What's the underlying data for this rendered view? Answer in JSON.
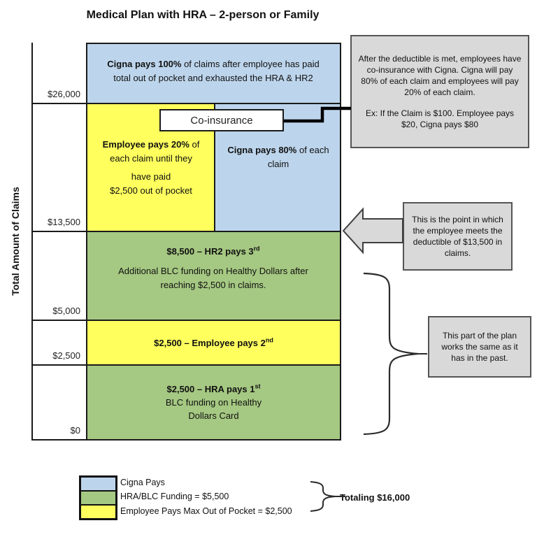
{
  "title": "Medical Plan with HRA – 2-person or Family",
  "y_axis": {
    "label": "Total Amount of Claims",
    "ticks": [
      "$26,000",
      "$13,500",
      "$5,000",
      "$2,500",
      "$0"
    ]
  },
  "colors": {
    "cigna_blue": "#BDD5EC",
    "hra_green": "#A5C882",
    "employee_yellow": "#FFFF5E",
    "callout_gray": "#D9D9D9"
  },
  "bands": {
    "cigna100": {
      "bold": "Cigna pays 100%",
      "rest": " of claims after employee has paid",
      "line2": "total out of pocket and exhausted the HRA & HR2"
    },
    "coinsurance_label": "Co-insurance",
    "employee20": {
      "bold": "Employee pays 20%",
      "rest": " of",
      "line2": "each  claim until they",
      "line3": "have paid",
      "line4": "$2,500 out of pocket"
    },
    "cigna80": {
      "bold": "Cigna pays 80%",
      "rest": " of each",
      "line2": "claim"
    },
    "hr2": {
      "title": "$8,500 – HR2 pays 3",
      "sup": "rd",
      "body1": "Additional BLC funding on Healthy Dollars after",
      "body2": "reaching $2,500 in  claims."
    },
    "employee2nd": {
      "title": "$2,500 – Employee pays 2",
      "sup": "nd"
    },
    "hra1st": {
      "title": "$2,500 – HRA pays 1",
      "sup": "st",
      "body1": "BLC funding on Healthy",
      "body2": "Dollars Card"
    }
  },
  "callouts": {
    "coinsurance_note_p1": "After the deductible is met, employees have co-insurance with Cigna. Cigna  will pay 80% of each claim and  employees will pay 20% of each claim.",
    "coinsurance_note_p2": "Ex: If the Claim is $100. Employee pays $20, Cigna pays $80",
    "deductible_note": "This is the point in which the employee meets the deductible of $13,500 in claims.",
    "past_note": "This part of the plan works the same as it has in the past."
  },
  "legend": {
    "items": [
      {
        "label": "Cigna Pays"
      },
      {
        "label": "HRA/BLC Funding = $5,500"
      },
      {
        "label": "Employee Pays Max Out of Pocket = $2,500"
      }
    ],
    "total": "Totaling $16,000"
  }
}
